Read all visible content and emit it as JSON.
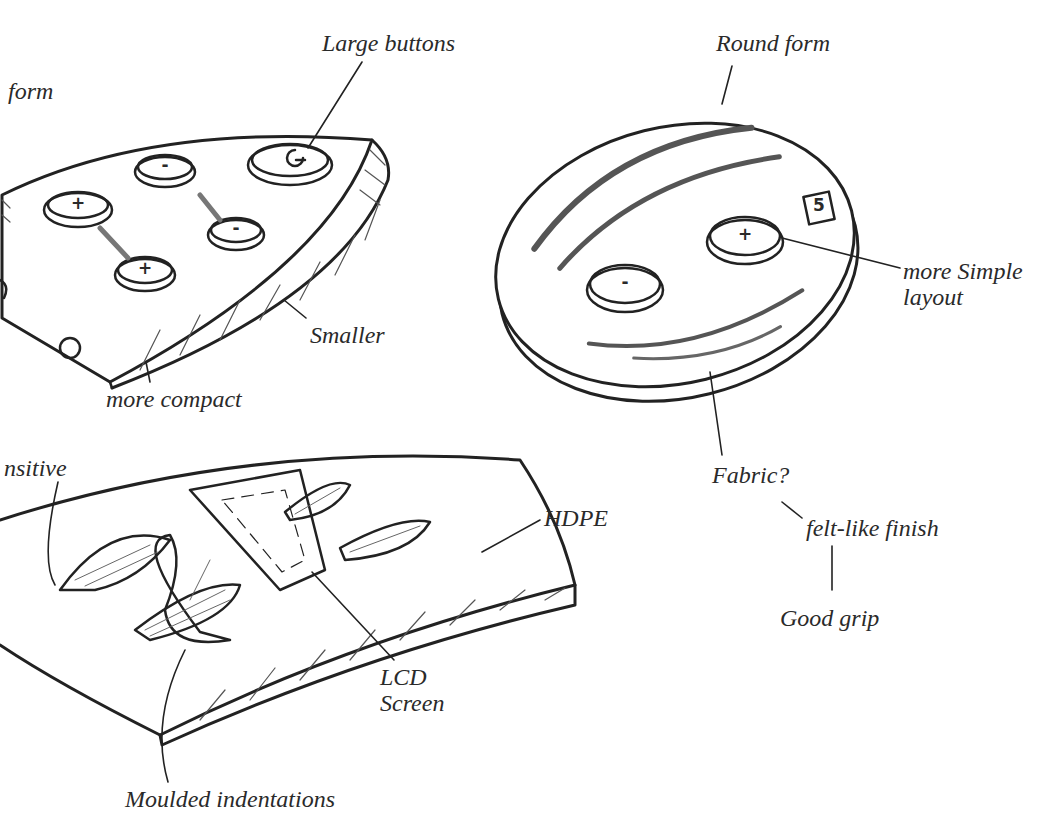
{
  "diagram": {
    "labels": [
      "form",
      "Large buttons",
      "+",
      "-",
      "-",
      "+",
      "Smaller",
      "more compact",
      "Round form",
      "5",
      "-",
      "+",
      "more Simple layout",
      "Fabric?",
      "felt-like finish",
      "Good grip",
      "nsitive",
      "HDPE",
      "LCD Screen",
      "Moulded indentations"
    ]
  }
}
